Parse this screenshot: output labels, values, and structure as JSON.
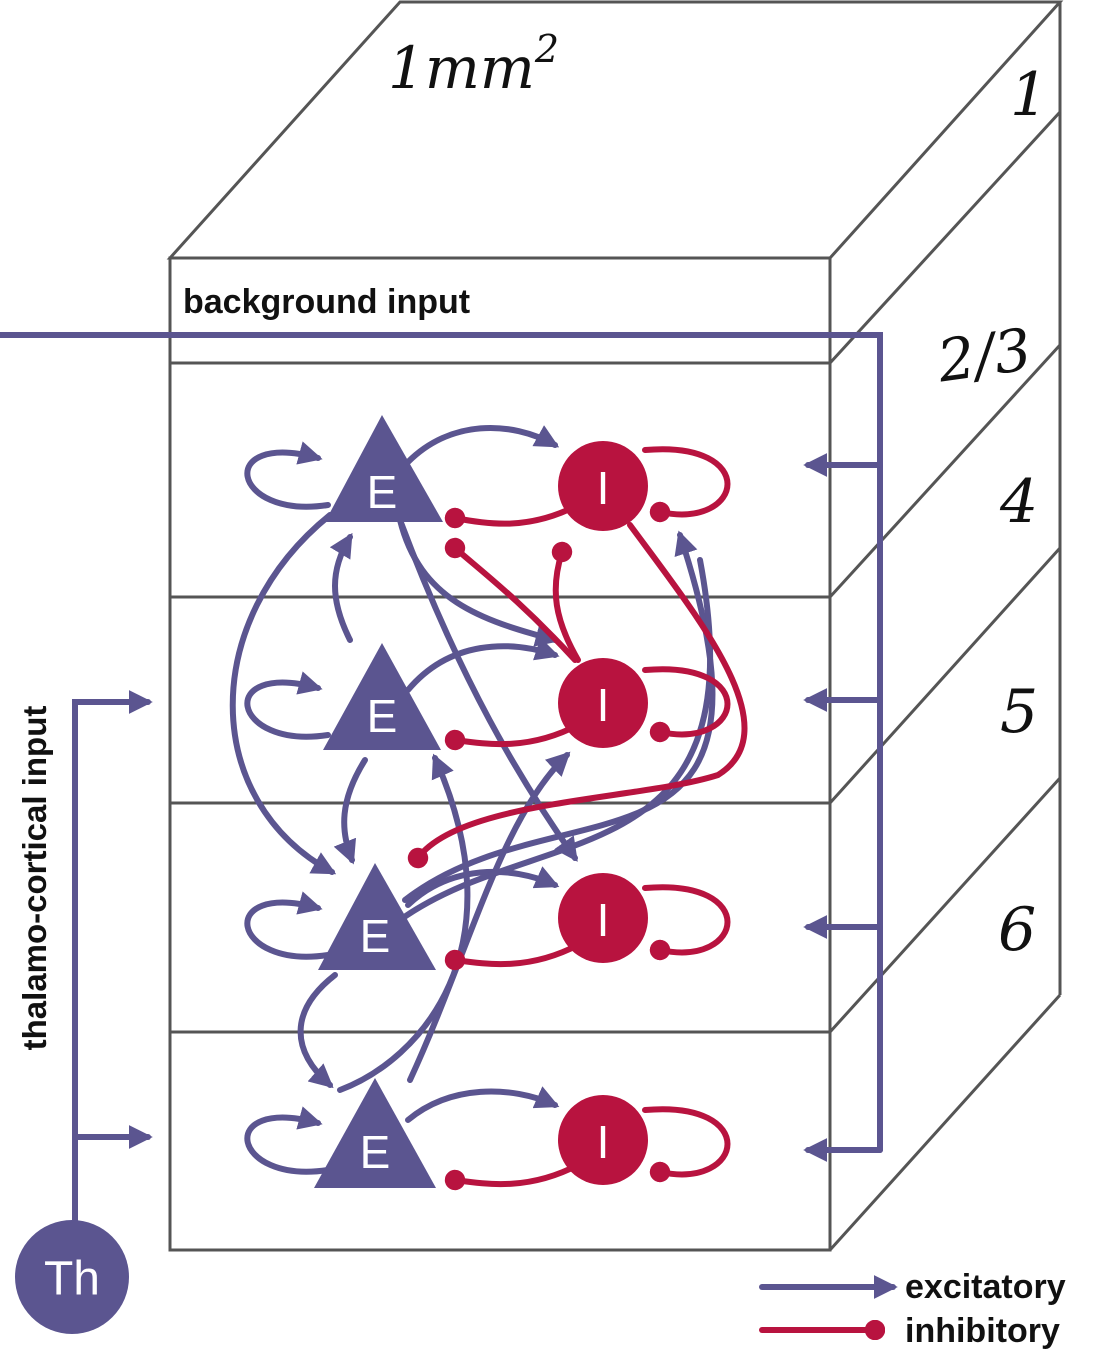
{
  "colors": {
    "excitatory": "#5b5590",
    "inhibitory": "#b8133f",
    "outline": "#555555"
  },
  "area_label": "1mm",
  "area_exponent": "2",
  "layers": [
    {
      "id": "L1",
      "label": "1"
    },
    {
      "id": "L23",
      "label": "2/3"
    },
    {
      "id": "L4",
      "label": "4"
    },
    {
      "id": "L5",
      "label": "5"
    },
    {
      "id": "L6",
      "label": "6"
    }
  ],
  "background_input_label": "background input",
  "thalamo_cortical_label": "thalamo-cortical input",
  "thalamus_label": "Th",
  "populations": {
    "excitatory_label": "E",
    "inhibitory_label": "I"
  },
  "legend": [
    {
      "type": "excitatory",
      "label": "excitatory"
    },
    {
      "type": "inhibitory",
      "label": "inhibitory"
    }
  ]
}
